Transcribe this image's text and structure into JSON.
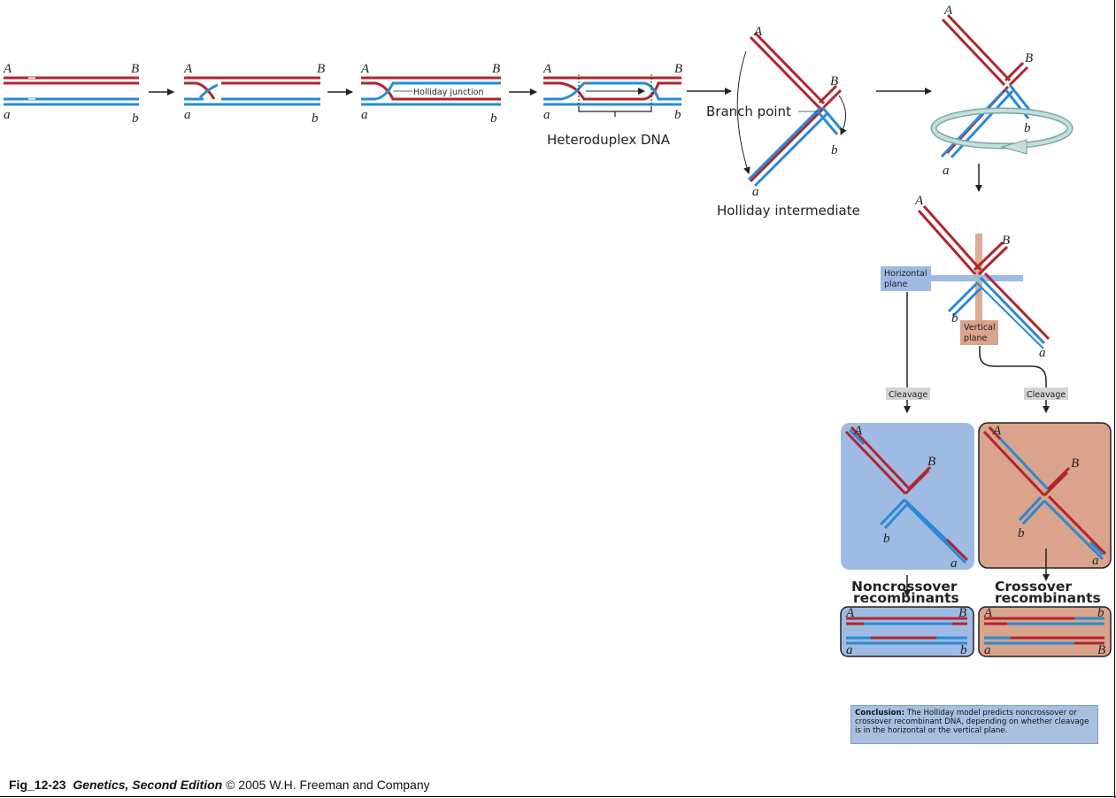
{
  "labels": {
    "A": "A",
    "B": "B",
    "a": "a",
    "b": "b"
  },
  "annotations": {
    "holliday_junction": "Holliday junction",
    "heteroduplex": "Heteroduplex DNA",
    "branch_point": "Branch point",
    "holliday_intermediate": "Holliday intermediate",
    "horizontal_plane_1": "Horizontal",
    "horizontal_plane_2": "plane",
    "vertical_plane_1": "Vertical",
    "vertical_plane_2": "plane",
    "cleavage_left": "Cleavage",
    "cleavage_right": "Cleavage"
  },
  "outcomes": {
    "noncrossover_1": "Noncrossover",
    "noncrossover_2": "recombinants",
    "crossover_1": "Crossover",
    "crossover_2": "recombinants"
  },
  "conclusion": {
    "lead": "Conclusion:",
    "text": " The Holliday model predicts noncrossover or crossover recombinant DNA, depending on whether cleavage is in the horizontal or the vertical plane."
  },
  "caption": {
    "fig_id": "Fig_12-23",
    "book": "Genetics, Second Edition",
    "rest": " © 2005 W.H. Freeman and Company"
  },
  "colors": {
    "red_strand": "#b1252f",
    "blue_strand": "#2a8ad4",
    "horizontal_panel": "#9fbbe3",
    "vertical_panel": "#d9a38c"
  }
}
